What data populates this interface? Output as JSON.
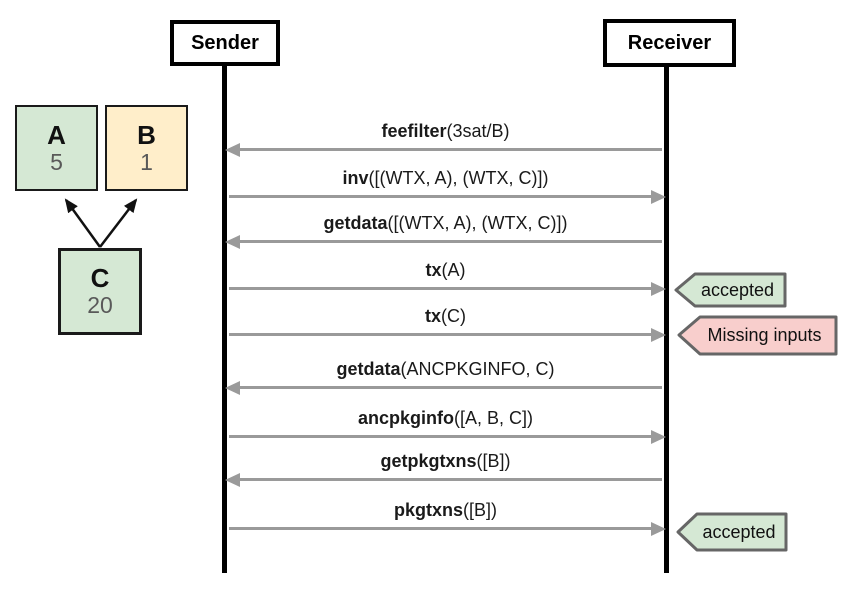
{
  "actors": [
    {
      "label": "Sender"
    },
    {
      "label": "Receiver"
    }
  ],
  "transaction_graph": {
    "nodes": [
      {
        "label": "A",
        "value": "5",
        "fill": "#d5e8d4"
      },
      {
        "label": "B",
        "value": "1",
        "fill": "#ffeeca"
      },
      {
        "label": "C",
        "value": "20",
        "fill": "#d5e8d4"
      }
    ],
    "edges": [
      {
        "from": "C",
        "to": "A"
      },
      {
        "from": "C",
        "to": "B"
      }
    ]
  },
  "messages": [
    {
      "name": "feefilter",
      "args": "(3sat/B)",
      "from": "Receiver",
      "to": "Sender"
    },
    {
      "name": "inv",
      "args": "([(WTX, A), (WTX, C)])",
      "from": "Sender",
      "to": "Receiver"
    },
    {
      "name": "getdata",
      "args": "([(WTX, A), (WTX, C)])",
      "from": "Receiver",
      "to": "Sender"
    },
    {
      "name": "tx",
      "args": "(A)",
      "from": "Sender",
      "to": "Receiver"
    },
    {
      "name": "tx",
      "args": "(C)",
      "from": "Sender",
      "to": "Receiver"
    },
    {
      "name": "getdata",
      "args": "(ANCPKGINFO, C)",
      "from": "Receiver",
      "to": "Sender"
    },
    {
      "name": "ancpkginfo",
      "args": "([A, B, C])",
      "from": "Sender",
      "to": "Receiver"
    },
    {
      "name": "getpkgtxns",
      "args": "([B])",
      "from": "Receiver",
      "to": "Sender"
    },
    {
      "name": "pkgtxns",
      "args": "([B])",
      "from": "Sender",
      "to": "Receiver"
    }
  ],
  "annotations": [
    {
      "label": "accepted",
      "fill": "#d5e8d4",
      "border": "#666666"
    },
    {
      "label": "Missing inputs",
      "fill": "#f8cecc",
      "border": "#666666"
    },
    {
      "label": "accepted",
      "fill": "#d5e8d4",
      "border": "#666666"
    }
  ],
  "colors": {
    "arrow": "#9a9a9a",
    "lifeline": "#000000",
    "node_border": "#1a1a1a",
    "value_text": "#595959"
  }
}
